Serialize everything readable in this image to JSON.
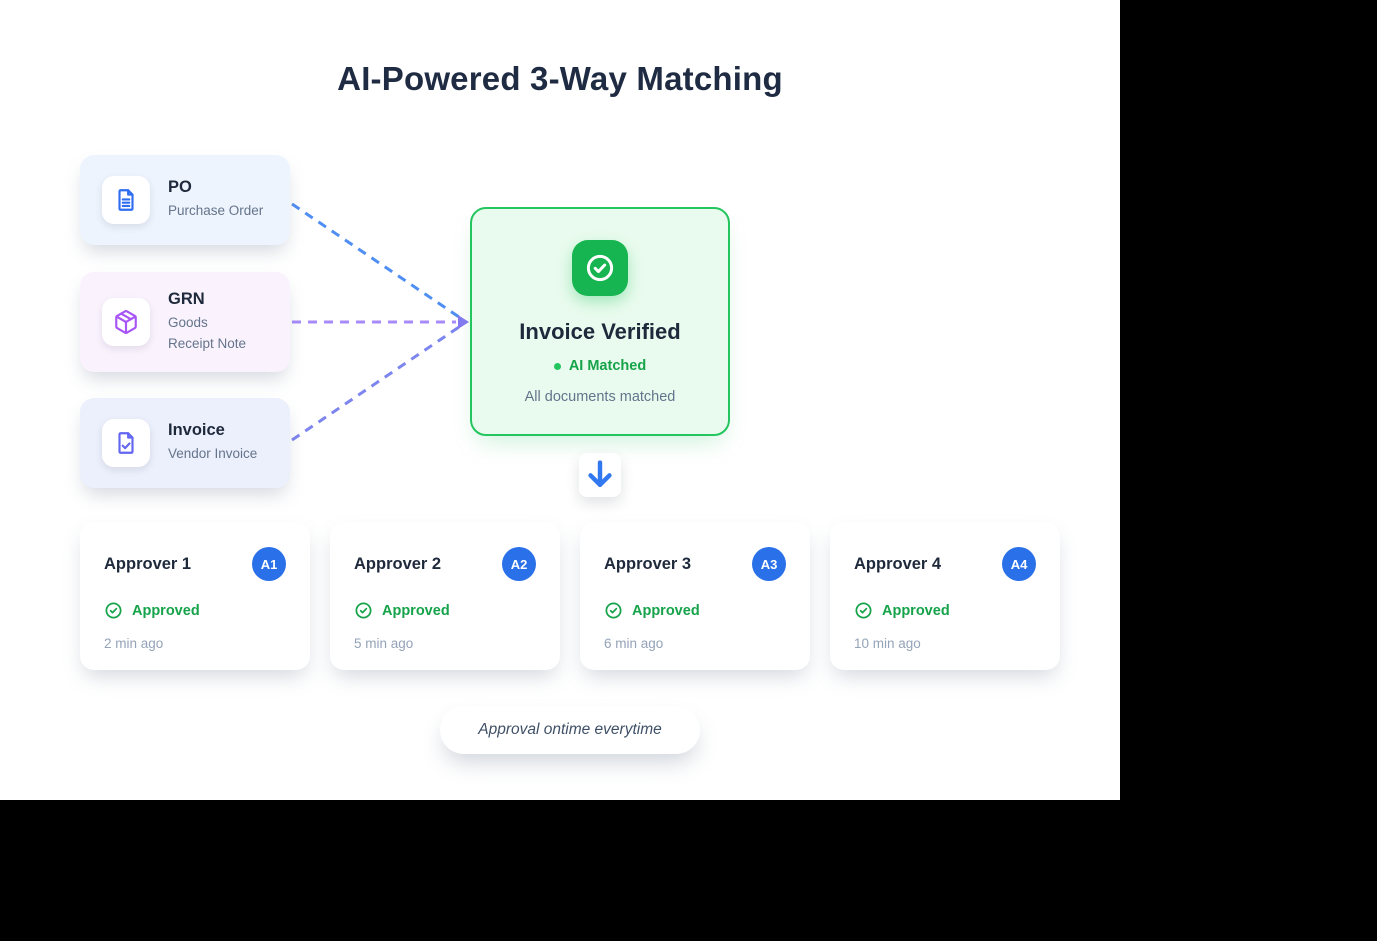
{
  "title": "AI-Powered 3-Way Matching",
  "colors": {
    "heading": "#1e2b42",
    "card_po_bg": "#eef4fe",
    "card_grn_bg": "#faf3fe",
    "card_invoice_bg": "#ecf0fc",
    "po_icon": "#2f6ef0",
    "grn_icon": "#a855f7",
    "invoice_icon": "#6366f1",
    "verified_bg": "#e9fbee",
    "verified_border": "#23c55e",
    "green_icon_bg": "#17b551",
    "approved_green": "#16a34a",
    "avatar_blue": "#2a70e8",
    "arrow_blue": "#3278f0",
    "connector_blue": "#4f8ef2",
    "connector_purple": "#a78bfa",
    "connector_indigo": "#7d85ee"
  },
  "sources": [
    {
      "title": "PO",
      "subtitle": "Purchase Order",
      "icon": "document-icon"
    },
    {
      "title": "GRN",
      "subtitle": "Goods Receipt Note",
      "icon": "package-icon"
    },
    {
      "title": "Invoice",
      "subtitle": "Vendor Invoice",
      "icon": "invoice-check-icon"
    }
  ],
  "verification": {
    "title": "Invoice Verified",
    "badge": "AI Matched",
    "note": "All documents matched",
    "icon": "check-circle-icon"
  },
  "approvers": [
    {
      "name": "Approver 1",
      "avatar": "A1",
      "status": "Approved",
      "time": "2 min ago"
    },
    {
      "name": "Approver 2",
      "avatar": "A2",
      "status": "Approved",
      "time": "5 min ago"
    },
    {
      "name": "Approver 3",
      "avatar": "A3",
      "status": "Approved",
      "time": "6 min ago"
    },
    {
      "name": "Approver 4",
      "avatar": "A4",
      "status": "Approved",
      "time": "10 min ago"
    }
  ],
  "footer": {
    "tagline": "Approval ontime everytime"
  }
}
